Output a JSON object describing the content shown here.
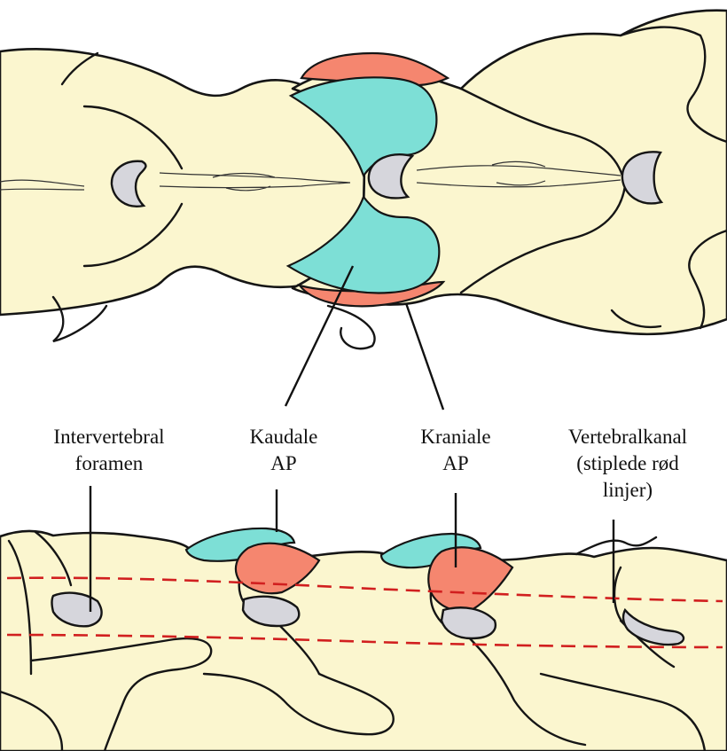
{
  "labels": {
    "intervertebral_line1": "Intervertebral",
    "intervertebral_line2": "foramen",
    "kaudale_line1": "Kaudale",
    "kaudale_line2": "AP",
    "kraniale_line1": "Kraniale",
    "kraniale_line2": "AP",
    "vertebralkanal_line1": "Vertebralkanal",
    "vertebralkanal_line2": "(stiplede rød",
    "vertebralkanal_line3": "linjer)"
  },
  "colors": {
    "bone": "#fbf6cf",
    "kaudale_ap": "#7ddfd6",
    "kraniale_ap": "#f5866f",
    "foramen": "#d6d6dc",
    "vertebral_canal": "#d11f1f",
    "outline": "#151515"
  }
}
